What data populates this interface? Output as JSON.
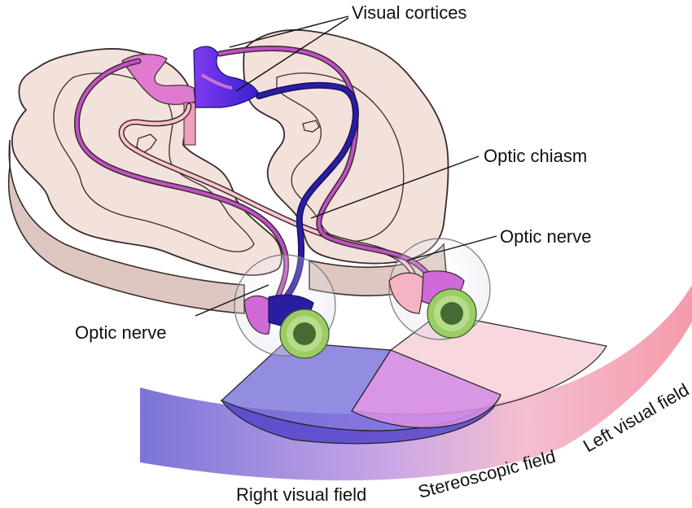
{
  "labels": {
    "visual_cortices": "Visual cortices",
    "optic_chiasm": "Optic chiasm",
    "optic_nerve_right": "Optic nerve",
    "optic_nerve_left": "Optic nerve",
    "right_visual_field": "Right visual field",
    "stereoscopic_field": "Stereoscopic field",
    "left_visual_field": "Left visual field"
  },
  "colors": {
    "brain_tissue": "#f3e1dc",
    "brain_side": "#ddc7c0",
    "brain_outline": "#3a2a2a",
    "right_field": "#5a4fd0",
    "left_field": "#f2a3b3",
    "stereo_field": "#d890e8",
    "pathway_pink": "#ffb3c6",
    "pathway_magenta": "#c050c8",
    "pathway_blue": "#2a1ea0",
    "iris": "#9ccc66",
    "pupil": "#446b33"
  }
}
